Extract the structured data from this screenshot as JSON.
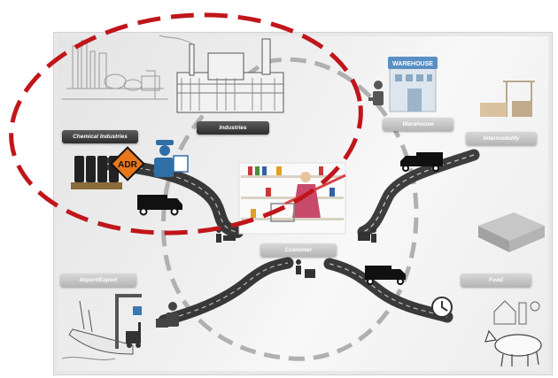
{
  "labels": {
    "chemical": "Chemical Industries",
    "industries": "Industries",
    "warehouse": "Warehouse",
    "intermodality": "Intermodality",
    "customer": "Customer",
    "import_export": "Import/Export",
    "food": "Food"
  },
  "signs": {
    "warehouse_sign": "WAREHOUSE",
    "adr": "ADR"
  },
  "colors": {
    "highlight_dash": "#c0161b",
    "cycle_dash": "#a9a9a9",
    "road": "#333333",
    "truck": "#111111",
    "adr_orange": "#e8771c",
    "forklift_icon": "#2d6fa3"
  },
  "icons": [
    "chemical-plant-icon",
    "factory-icon",
    "warehouse-icon",
    "worker-icon",
    "crane-icon",
    "barrels-icon",
    "adr-sign-icon",
    "truck-icon",
    "customs-officer-icon",
    "shopper-icon",
    "forklift-icon",
    "ship-icon",
    "farm-icon",
    "cow-icon",
    "clock-icon"
  ]
}
